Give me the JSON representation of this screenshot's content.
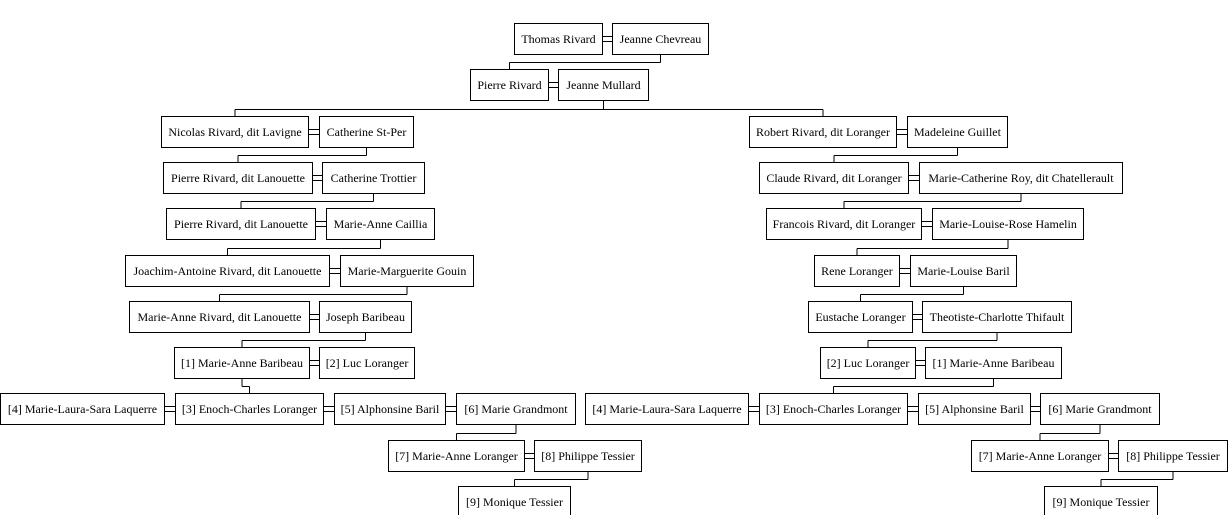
{
  "people": [
    {
      "id": "p1",
      "name": "Thomas Rivard"
    },
    {
      "id": "p2",
      "name": "Jeanne Chevreau"
    },
    {
      "id": "p3",
      "name": "Pierre Rivard"
    },
    {
      "id": "p4",
      "name": "Jeanne Mullard"
    },
    {
      "id": "p5",
      "name": "Nicolas Rivard, dit Lavigne"
    },
    {
      "id": "p6",
      "name": "Catherine St-Per"
    },
    {
      "id": "p7",
      "name": "Robert Rivard, dit Loranger"
    },
    {
      "id": "p8",
      "name": "Madeleine Guillet"
    },
    {
      "id": "p9",
      "name": "Pierre Rivard, dit Lanouette"
    },
    {
      "id": "p10",
      "name": "Catherine Trottier"
    },
    {
      "id": "p11",
      "name": "Claude Rivard, dit Loranger"
    },
    {
      "id": "p12",
      "name": "Marie-Catherine Roy, dit Chatellerault"
    },
    {
      "id": "p13",
      "name": "Pierre Rivard, dit Lanouette"
    },
    {
      "id": "p14",
      "name": "Marie-Anne Caillia"
    },
    {
      "id": "p15",
      "name": "Francois Rivard, dit Loranger"
    },
    {
      "id": "p16",
      "name": "Marie-Louise-Rose Hamelin"
    },
    {
      "id": "p17",
      "name": "Joachim-Antoine Rivard, dit Lanouette"
    },
    {
      "id": "p18",
      "name": "Marie-Marguerite Gouin"
    },
    {
      "id": "p19",
      "name": "Rene Loranger"
    },
    {
      "id": "p20",
      "name": "Marie-Louise Baril"
    },
    {
      "id": "p21",
      "name": "Marie-Anne Rivard, dit Lanouette"
    },
    {
      "id": "p22",
      "name": "Joseph Baribeau"
    },
    {
      "id": "p23",
      "name": "Eustache Loranger"
    },
    {
      "id": "p24",
      "name": "Theotiste-Charlotte Thifault"
    },
    {
      "id": "p25",
      "name": "[1] Marie-Anne Baribeau"
    },
    {
      "id": "p26",
      "name": "[2] Luc Loranger"
    },
    {
      "id": "p27",
      "name": "[2] Luc Loranger"
    },
    {
      "id": "p28",
      "name": "[1] Marie-Anne Baribeau"
    },
    {
      "id": "p29",
      "name": "[4] Marie-Laura-Sara Laquerre"
    },
    {
      "id": "p30",
      "name": "[3] Enoch-Charles Loranger"
    },
    {
      "id": "p31",
      "name": "[5] Alphonsine Baril"
    },
    {
      "id": "p32",
      "name": "[6] Marie Grandmont"
    },
    {
      "id": "p33",
      "name": "[4] Marie-Laura-Sara Laquerre"
    },
    {
      "id": "p34",
      "name": "[3] Enoch-Charles Loranger"
    },
    {
      "id": "p35",
      "name": "[5] Alphonsine Baril"
    },
    {
      "id": "p36",
      "name": "[6] Marie Grandmont"
    },
    {
      "id": "p37",
      "name": "[7] Marie-Anne Loranger"
    },
    {
      "id": "p38",
      "name": "[8] Philippe Tessier"
    },
    {
      "id": "p39",
      "name": "[7] Marie-Anne Loranger"
    },
    {
      "id": "p40",
      "name": "[8] Philippe Tessier"
    },
    {
      "id": "p41",
      "name": "[9] Monique Tessier"
    },
    {
      "id": "p42",
      "name": "[9] Monique Tessier"
    }
  ],
  "marriages": [
    [
      "p1",
      "p2"
    ],
    [
      "p3",
      "p4"
    ],
    [
      "p5",
      "p6"
    ],
    [
      "p7",
      "p8"
    ],
    [
      "p9",
      "p10"
    ],
    [
      "p11",
      "p12"
    ],
    [
      "p13",
      "p14"
    ],
    [
      "p15",
      "p16"
    ],
    [
      "p17",
      "p18"
    ],
    [
      "p19",
      "p20"
    ],
    [
      "p21",
      "p22"
    ],
    [
      "p23",
      "p24"
    ],
    [
      "p25",
      "p26"
    ],
    [
      "p27",
      "p28"
    ],
    [
      "p29",
      "p30"
    ],
    [
      "p30",
      "p31"
    ],
    [
      "p31",
      "p32"
    ],
    [
      "p33",
      "p34"
    ],
    [
      "p34",
      "p35"
    ],
    [
      "p35",
      "p36"
    ],
    [
      "p37",
      "p38"
    ],
    [
      "p39",
      "p40"
    ]
  ],
  "descents": [
    {
      "from": "p2",
      "to": [
        "p3"
      ]
    },
    {
      "from": "p4",
      "to": [
        "p5",
        "p7"
      ]
    },
    {
      "from": "p6",
      "to": [
        "p9"
      ]
    },
    {
      "from": "p8",
      "to": [
        "p11"
      ]
    },
    {
      "from": "p10",
      "to": [
        "p13"
      ]
    },
    {
      "from": "p12",
      "to": [
        "p15"
      ]
    },
    {
      "from": "p14",
      "to": [
        "p17"
      ]
    },
    {
      "from": "p16",
      "to": [
        "p19"
      ]
    },
    {
      "from": "p18",
      "to": [
        "p21"
      ]
    },
    {
      "from": "p20",
      "to": [
        "p23"
      ]
    },
    {
      "from": "p22",
      "to": [
        "p25"
      ]
    },
    {
      "from": "p24",
      "to": [
        "p27"
      ]
    },
    {
      "from": "p25",
      "to": [
        "p30"
      ]
    },
    {
      "from": "p28",
      "to": [
        "p34"
      ]
    },
    {
      "from": "p32",
      "to": [
        "p37"
      ]
    },
    {
      "from": "p36",
      "to": [
        "p39"
      ]
    },
    {
      "from": "p38",
      "to": [
        "p41"
      ]
    },
    {
      "from": "p40",
      "to": [
        "p42"
      ]
    }
  ]
}
